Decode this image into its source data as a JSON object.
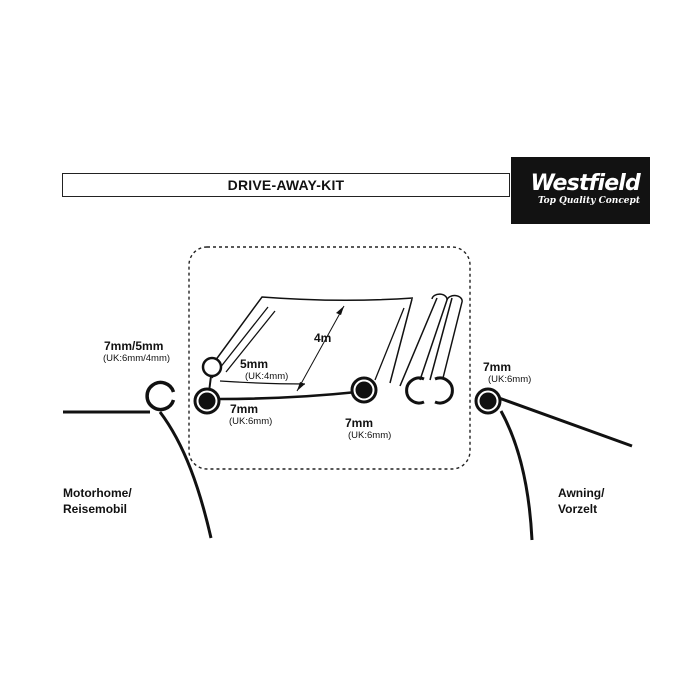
{
  "header": {
    "title": "DRIVE-AWAY-KIT",
    "brand_name": "Westfield",
    "brand_tagline": "Top Quality Concept"
  },
  "labels": {
    "left_rail_size": "7mm/5mm",
    "left_rail_uk": "(UK:6mm/4mm)",
    "small_tube_size": "5mm",
    "small_tube_uk": "(UK:4mm)",
    "large_tube_size": "7mm",
    "large_tube_uk": "(UK:6mm)",
    "right_tube_size": "7mm",
    "right_tube_uk": "(UK:6mm)",
    "length": "4m",
    "awning_rail_size": "7mm",
    "awning_rail_uk": "(UK:6mm)",
    "motorhome_line1": "Motorhome/",
    "motorhome_line2": "Reisemobil",
    "awning_line1": "Awning/",
    "awning_line2": "Vorzelt"
  },
  "colors": {
    "ink": "#111111",
    "brand_bg": "#121212",
    "brand_text": "#ffffff"
  }
}
